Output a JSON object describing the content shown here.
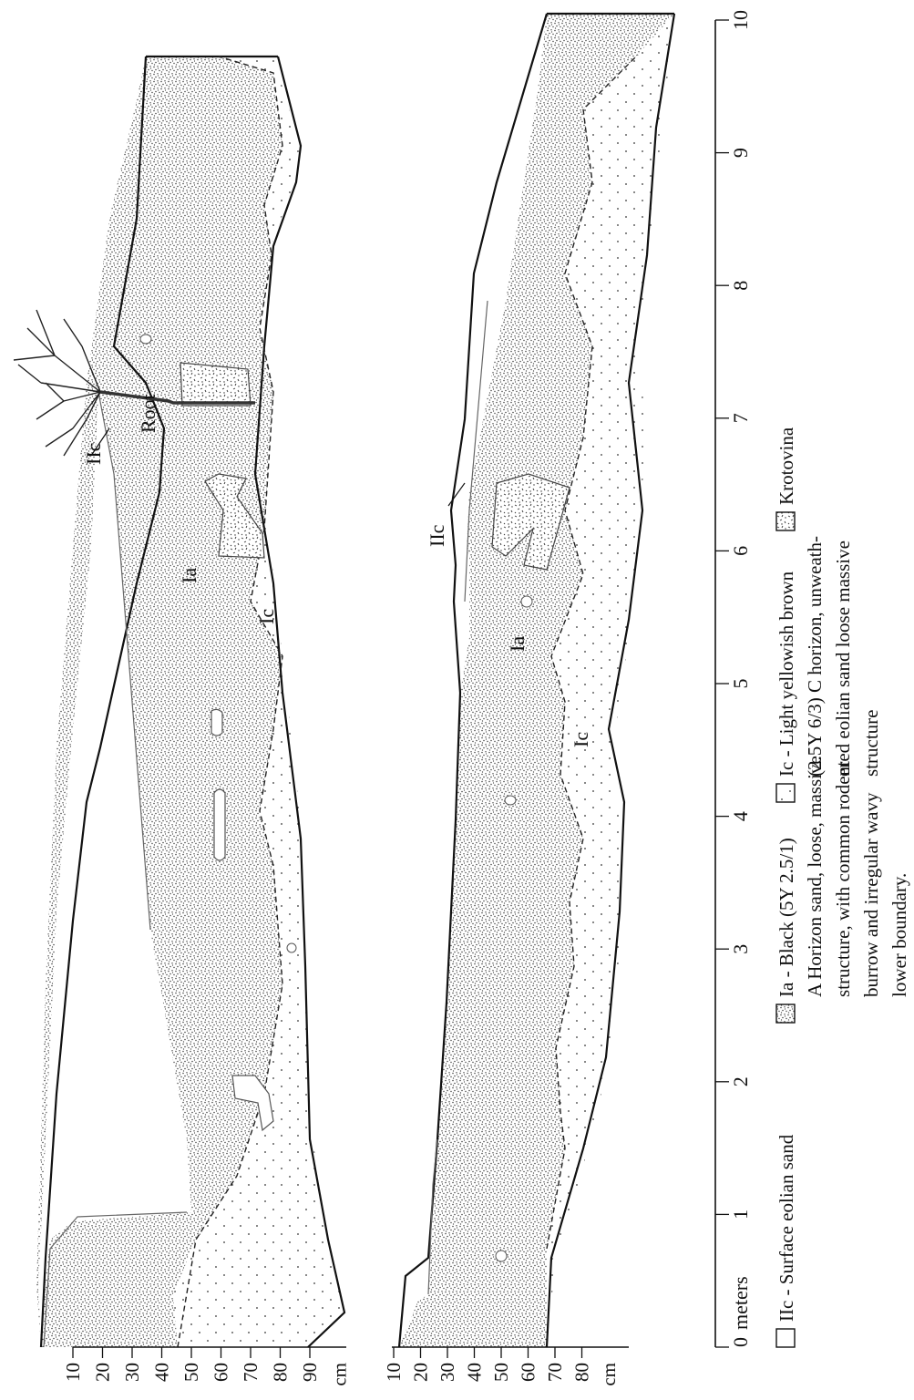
{
  "figure": {
    "orientation": "rotated 90 degrees counter-clockwise",
    "horizontal_axis": {
      "unit_label": "meters",
      "tick_labels": [
        "0",
        "1",
        "2",
        "3",
        "4",
        "5",
        "6",
        "7",
        "8",
        "9",
        "10"
      ]
    },
    "upper_profile": {
      "depth_ticks": [
        "10",
        "20",
        "30",
        "40",
        "50",
        "60",
        "70",
        "80",
        "90"
      ],
      "depth_unit": "cm",
      "labels": {
        "surface_sand": "IIc",
        "a_horizon": "Ia",
        "c_horizon": "Ic",
        "root": "Root"
      }
    },
    "lower_profile": {
      "depth_ticks": [
        "10",
        "20",
        "30",
        "40",
        "50",
        "60",
        "70",
        "80"
      ],
      "depth_unit": "cm",
      "labels": {
        "surface_sand": "IIc",
        "a_horizon": "Ia",
        "c_horizon": "Ic"
      }
    },
    "legend": {
      "items": [
        {
          "symbol": "IIc",
          "pattern": "blank",
          "lines": [
            "IIc - Surface eolian sand"
          ]
        },
        {
          "symbol": "Ia",
          "pattern": "dense-stipple",
          "lines": [
            "Ia - Black (5Y 2.5/1)",
            "A Horizon sand, loose, massive",
            "structure, with common rodent",
            "burrow and irregular wavy",
            "lower boundary."
          ]
        },
        {
          "symbol": "Ic",
          "pattern": "sparse-dots",
          "lines": [
            "Ic - Light yellowish brown",
            "(2.5Y 6/3) C horizon, unweath-",
            "ered eolian sand loose massive",
            "structure"
          ]
        },
        {
          "symbol": "Krotovina",
          "pattern": "dashes",
          "lines": [
            "Krotovina"
          ]
        }
      ]
    },
    "colors": {
      "ink": "#111111",
      "boundary_gray": "#666666",
      "stipple": "#3a3a3a",
      "background": "#ffffff"
    }
  }
}
